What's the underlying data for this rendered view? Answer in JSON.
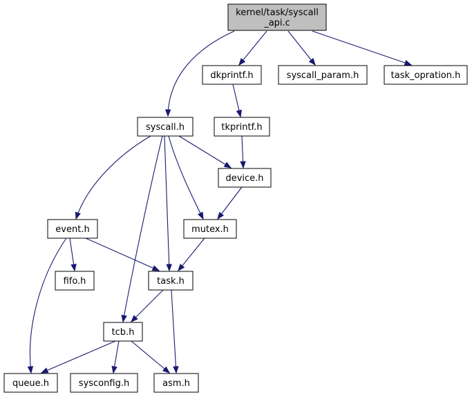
{
  "graph": {
    "root": "root",
    "colors": {
      "edge": "#191970",
      "root_fill": "#bfbfbf",
      "node_fill": "#ffffff",
      "node_border": "#000000"
    },
    "nodes": {
      "root": {
        "lines": [
          "kernel/task/syscall",
          "_api.c"
        ]
      },
      "dkprintf": {
        "lines": [
          "dkprintf.h"
        ]
      },
      "syscall_param": {
        "lines": [
          "syscall_param.h"
        ]
      },
      "task_opration": {
        "lines": [
          "task_opration.h"
        ]
      },
      "syscall": {
        "lines": [
          "syscall.h"
        ]
      },
      "tkprintf": {
        "lines": [
          "tkprintf.h"
        ]
      },
      "device": {
        "lines": [
          "device.h"
        ]
      },
      "event": {
        "lines": [
          "event.h"
        ]
      },
      "mutex": {
        "lines": [
          "mutex.h"
        ]
      },
      "fifo": {
        "lines": [
          "fifo.h"
        ]
      },
      "task": {
        "lines": [
          "task.h"
        ]
      },
      "tcb": {
        "lines": [
          "tcb.h"
        ]
      },
      "queue": {
        "lines": [
          "queue.h"
        ]
      },
      "sysconfig": {
        "lines": [
          "sysconfig.h"
        ]
      },
      "asm": {
        "lines": [
          "asm.h"
        ]
      }
    },
    "edges": [
      [
        "root",
        "syscall"
      ],
      [
        "root",
        "dkprintf"
      ],
      [
        "root",
        "syscall_param"
      ],
      [
        "root",
        "task_opration"
      ],
      [
        "dkprintf",
        "tkprintf"
      ],
      [
        "tkprintf",
        "device"
      ],
      [
        "syscall",
        "device"
      ],
      [
        "syscall",
        "event"
      ],
      [
        "syscall",
        "mutex"
      ],
      [
        "syscall",
        "task"
      ],
      [
        "syscall",
        "tcb"
      ],
      [
        "device",
        "mutex"
      ],
      [
        "event",
        "fifo"
      ],
      [
        "event",
        "task"
      ],
      [
        "event",
        "queue"
      ],
      [
        "mutex",
        "task"
      ],
      [
        "task",
        "tcb"
      ],
      [
        "task",
        "asm"
      ],
      [
        "tcb",
        "queue"
      ],
      [
        "tcb",
        "sysconfig"
      ],
      [
        "tcb",
        "asm"
      ]
    ]
  }
}
